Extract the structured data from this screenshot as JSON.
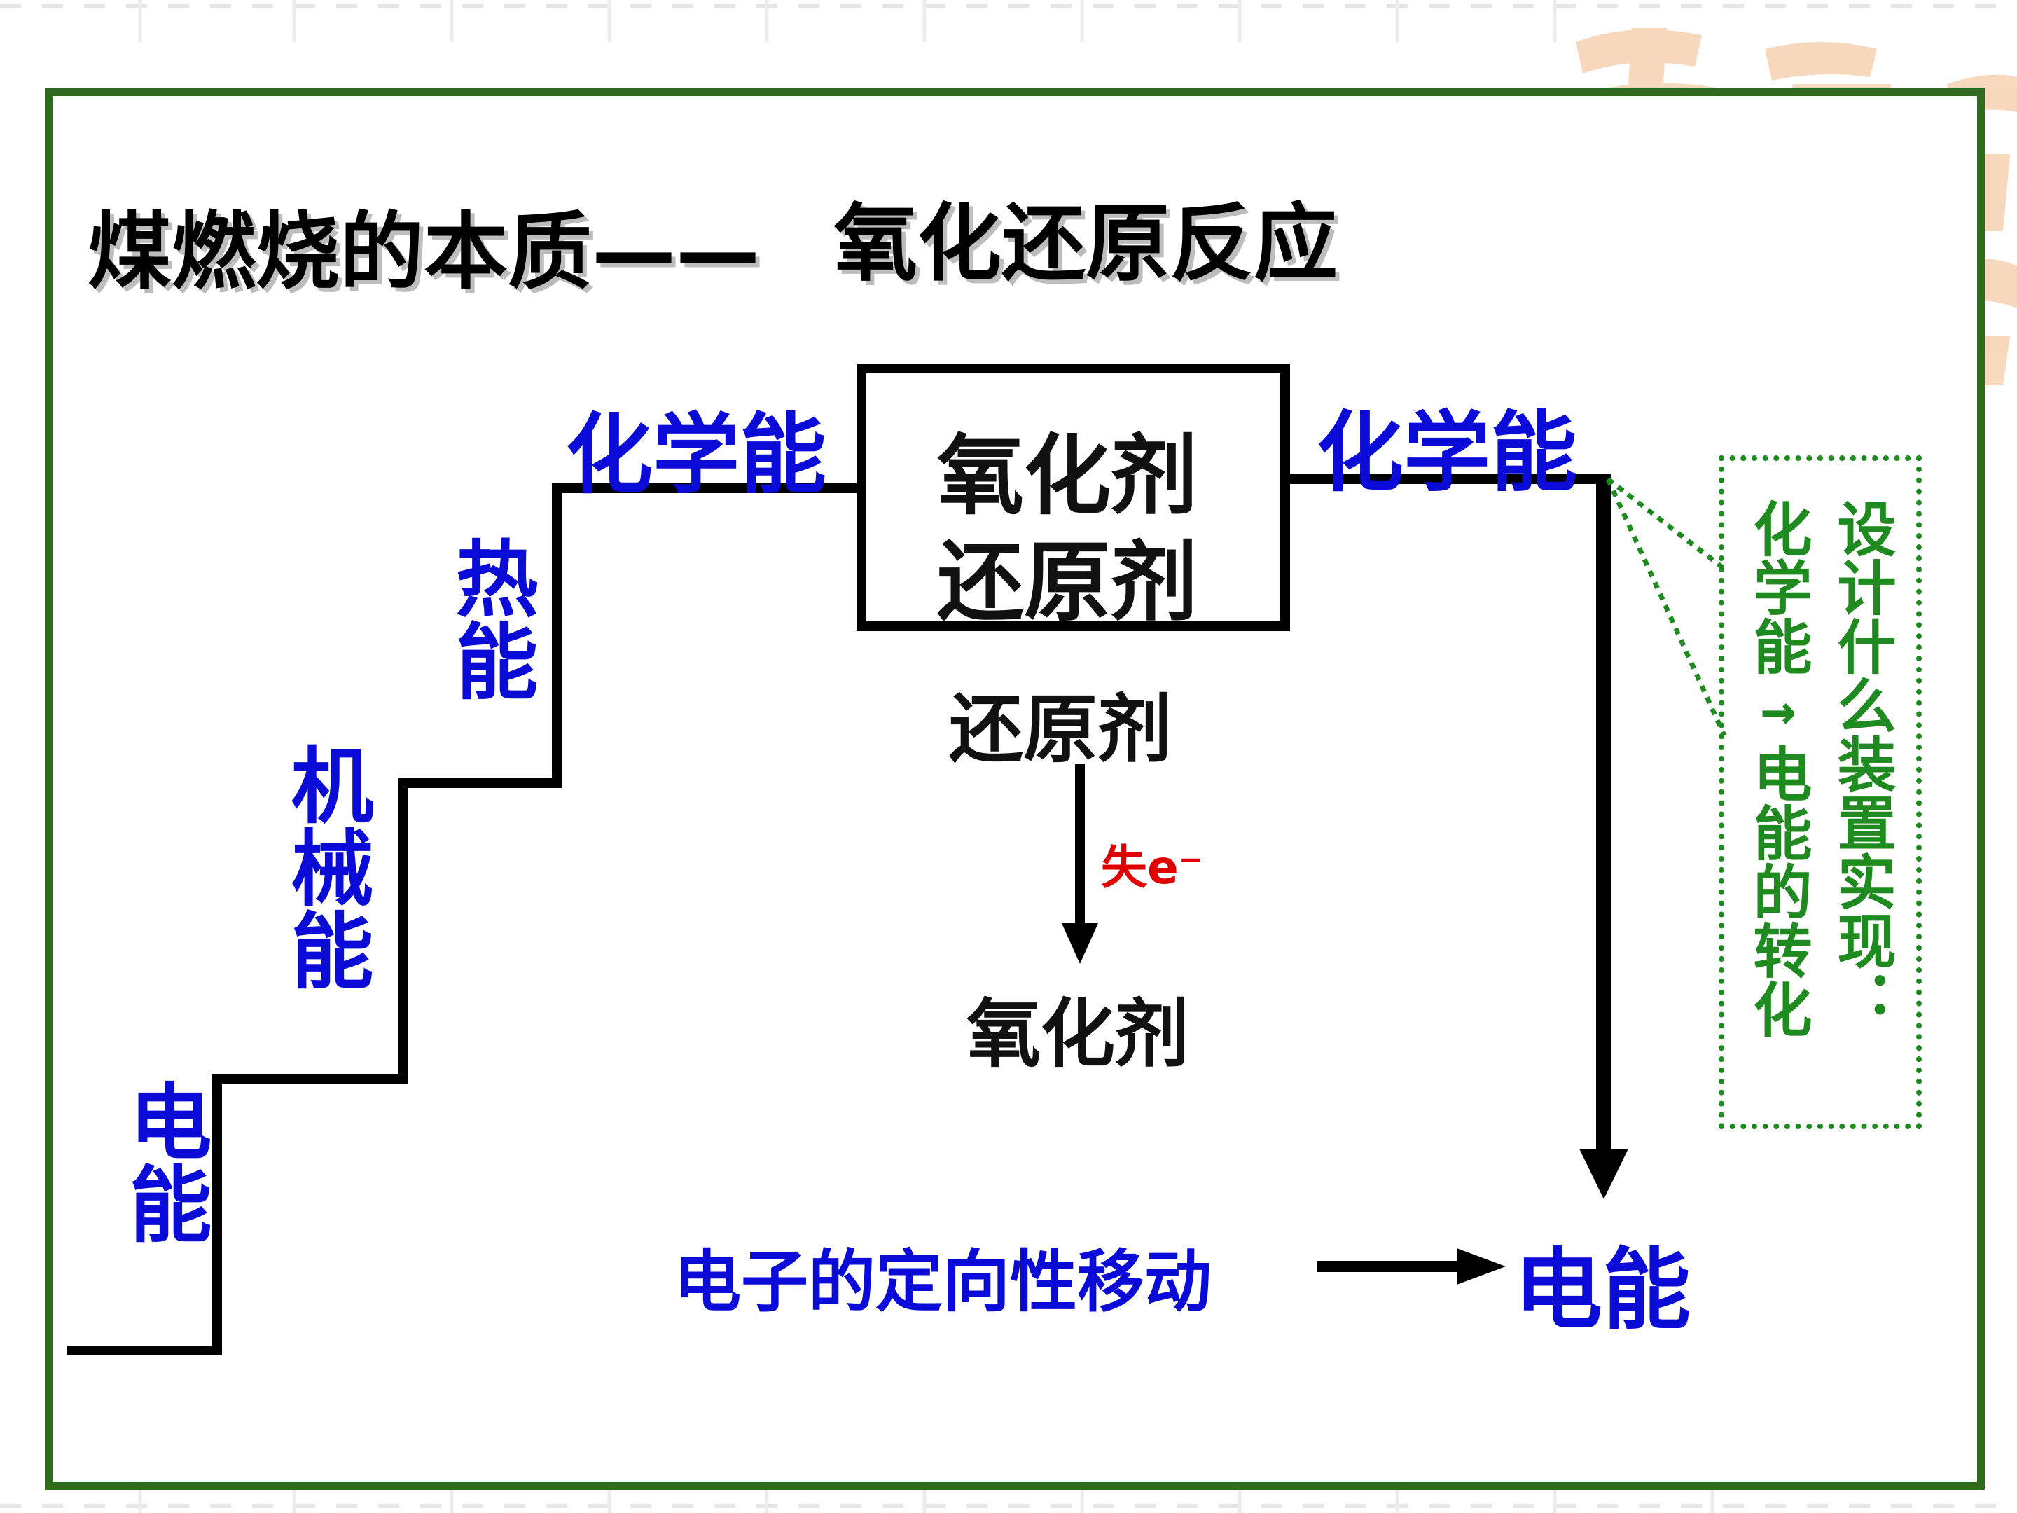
{
  "title": {
    "left": "煤燃烧的本质——",
    "right": "氧化还原反应"
  },
  "staircase": {
    "step_electric": "电能",
    "step_mechanical": "机械能",
    "step_thermal": "热能",
    "step_chemical_left": "化学能",
    "step_chemical_right": "化学能"
  },
  "reaction_box": {
    "line1": "氧化剂",
    "line2": "还原剂"
  },
  "electron_transfer": {
    "from": "还原剂",
    "label": "失e⁻",
    "to": "氧化剂"
  },
  "bottom": {
    "text": "电子的定向性移动",
    "result": "电能"
  },
  "note": {
    "col1": "设计什么装置实现：",
    "col2": "化学能→电能的转化"
  },
  "colors": {
    "frame": "#2f6b1e",
    "blue_text": "#0b0bd8",
    "red_text": "#e00000",
    "note_green": "#1f8a1f",
    "deco": "#f5c6a0"
  }
}
